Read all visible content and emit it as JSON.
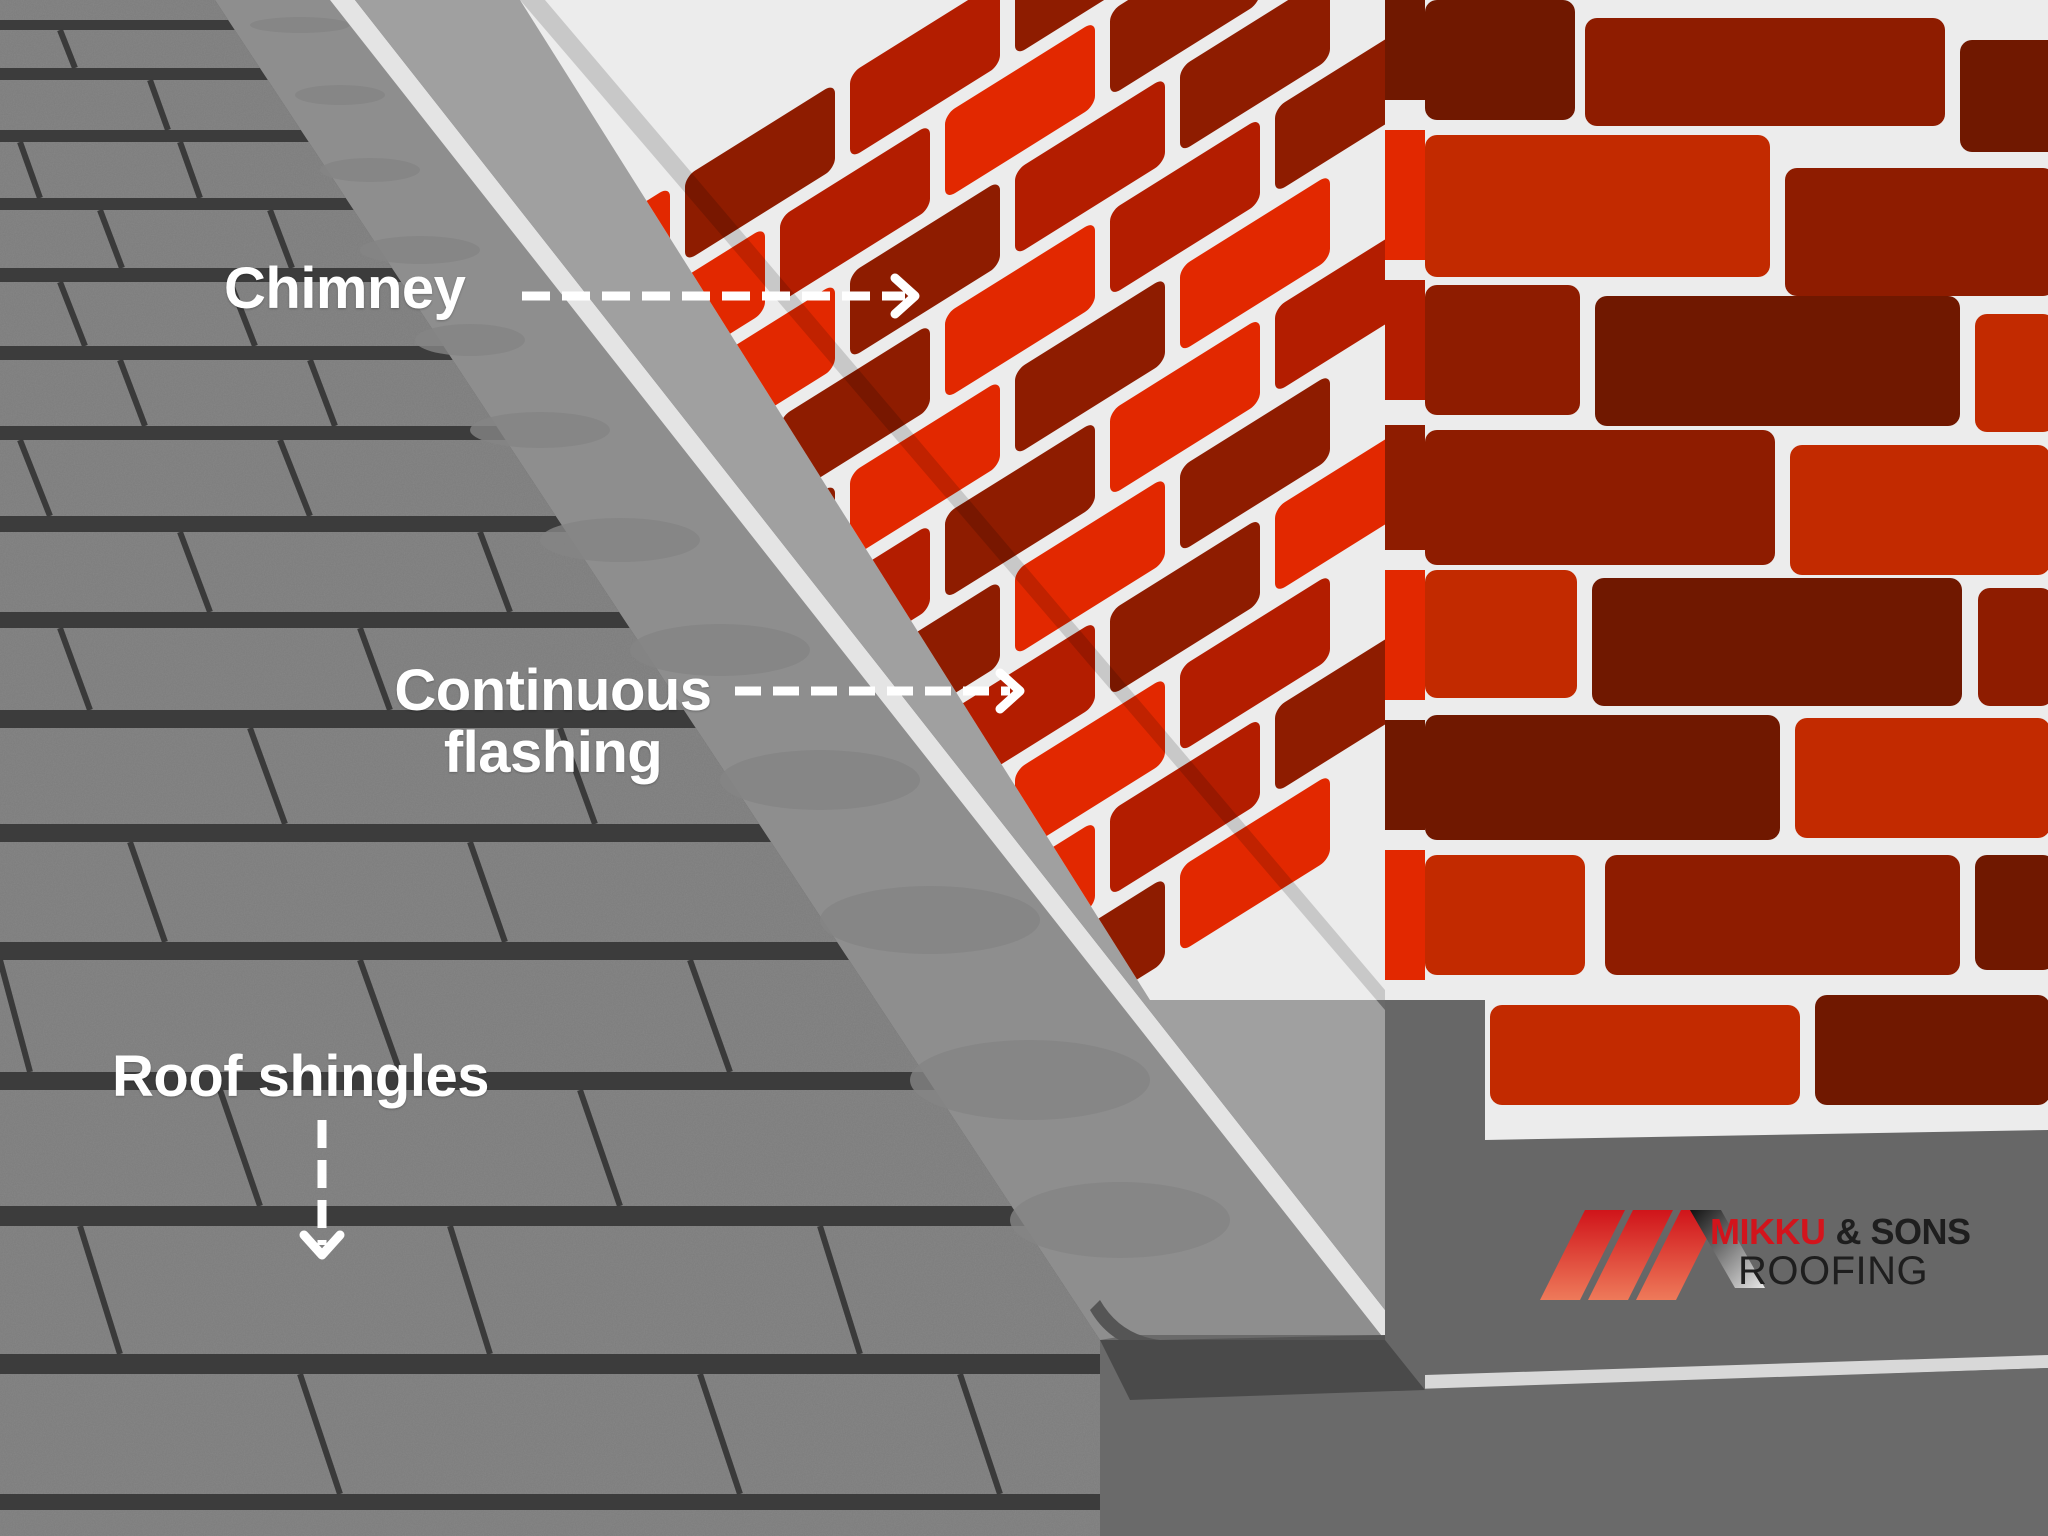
{
  "diagram": {
    "title": "Chimney continuous flashing diagram",
    "labels": {
      "chimney": "Chimney",
      "flashing_line1": "Continuous",
      "flashing_line2": "flashing",
      "shingles": "Roof shingles"
    },
    "arrows": {
      "chimney": {
        "direction": "right",
        "style": "dashed"
      },
      "flashing": {
        "direction": "right",
        "style": "dashed"
      },
      "shingles": {
        "direction": "down",
        "style": "dashed"
      }
    }
  },
  "logo": {
    "brand": "MIKKU",
    "brand_rest": "& SONS",
    "subtitle": "ROOFING",
    "icon": "roof-stripes-icon"
  },
  "colors": {
    "shingle": "#7a7a7a",
    "shingle_gap": "#3a3a3a",
    "flashing": "#a0a0a0",
    "flashing_shadow": "#8c8c8c",
    "flashing_highlight": "#e4e4e4",
    "mortar": "#ececec",
    "brick_bright": "#e22800",
    "brick_mid": "#b31d00",
    "brick_dark": "#8e1c00",
    "brick_darker": "#701800",
    "base_gray": "#676767",
    "logo_red": "#d3141c",
    "label_text": "#ffffff"
  }
}
